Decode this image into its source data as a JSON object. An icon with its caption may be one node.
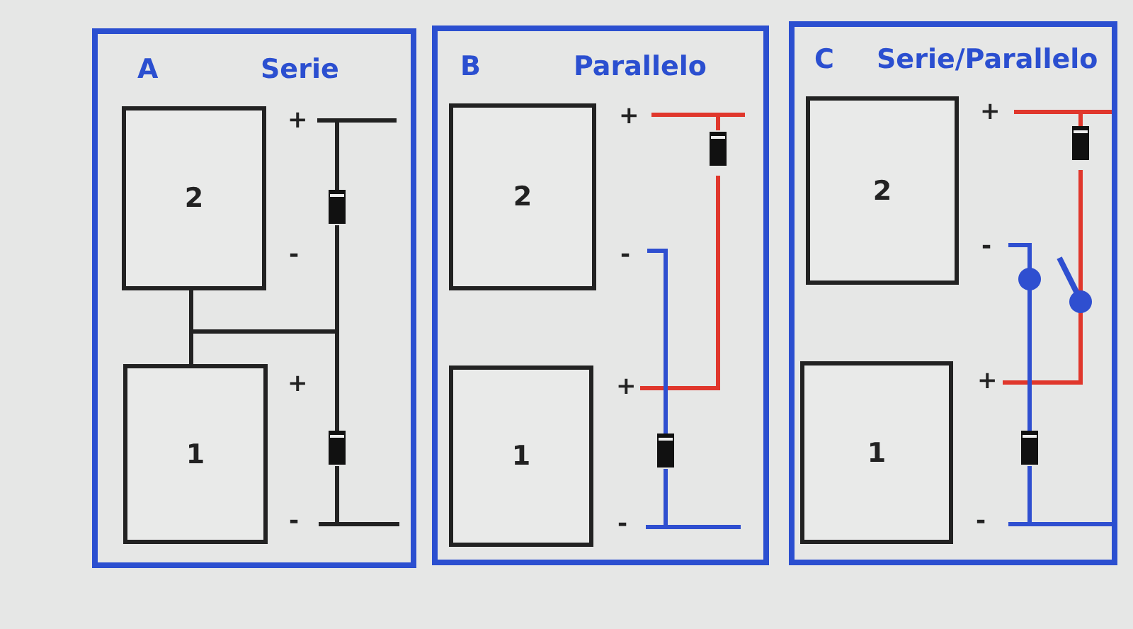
{
  "diagram": {
    "nodes": [
      {
        "text": [
          "A",
          "Serie"
        ]
      },
      {
        "text": [
          "2"
        ],
        "in": 0
      },
      {
        "text": [
          "1"
        ],
        "in": 0
      },
      {
        "text": [
          "B",
          "Parallelo"
        ]
      },
      {
        "text": [
          "2"
        ],
        "in": 3
      },
      {
        "text": [
          "1"
        ],
        "in": 3
      },
      {
        "text": [
          "C",
          "Serie/Parallelo"
        ]
      },
      {
        "text": [
          "2"
        ],
        "in": 6
      },
      {
        "text": [
          "1"
        ],
        "in": 6
      }
    ],
    "edges": [
      {
        "from": 1,
        "to": 2,
        "arrow": "none"
      }
    ],
    "labels": [
      "+",
      "-",
      "+",
      "-",
      "+",
      "-",
      "+",
      "-",
      "+",
      "-",
      "+",
      "-"
    ]
  }
}
